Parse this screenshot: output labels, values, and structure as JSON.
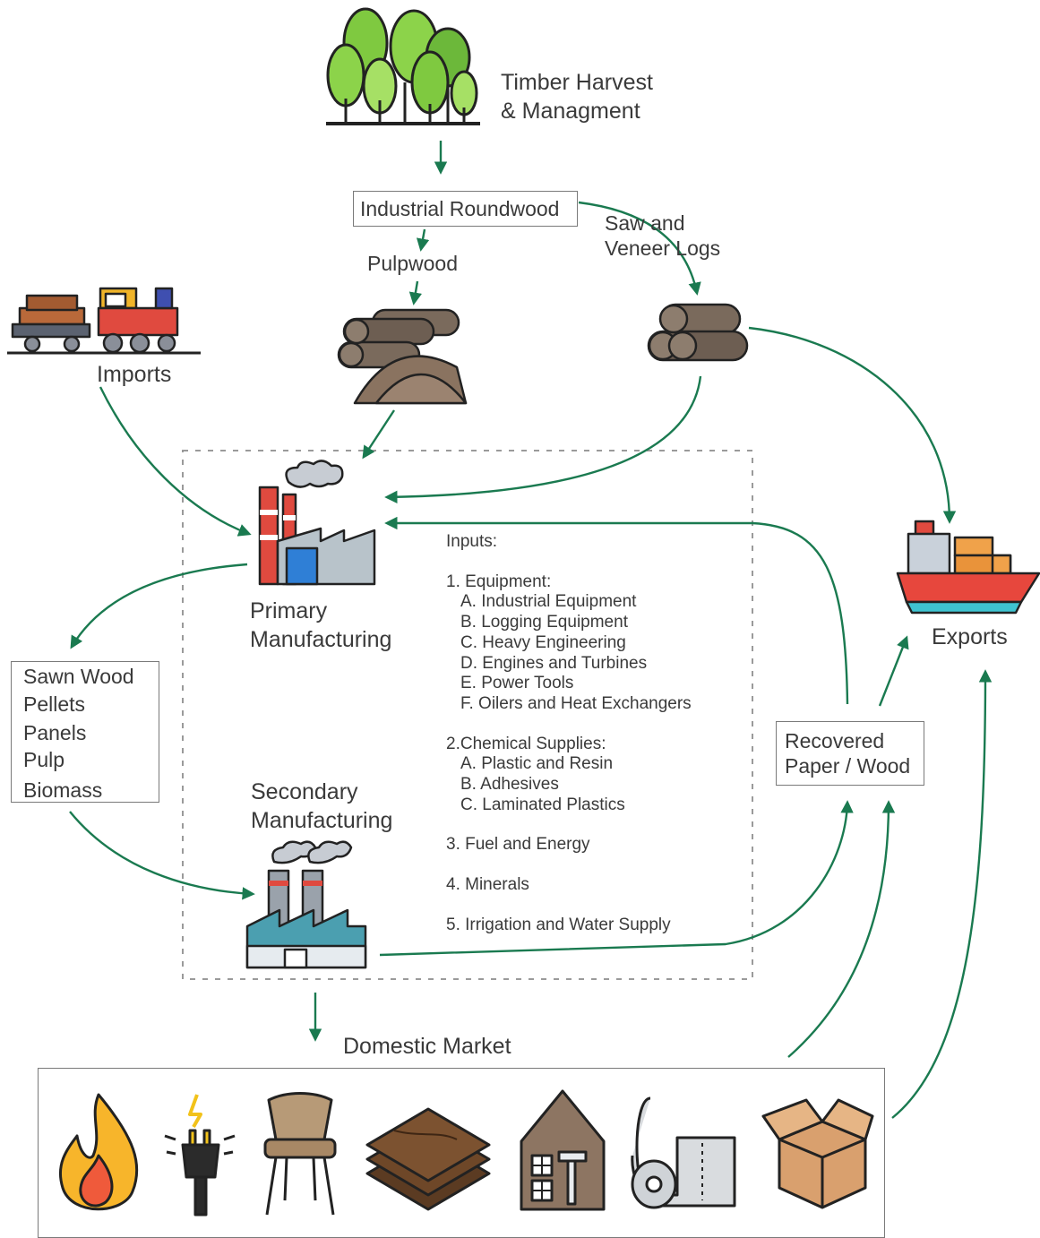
{
  "nodes": {
    "timber": {
      "line1": "Timber Harvest",
      "line2": "& Managment"
    },
    "roundwood": "Industrial Roundwood",
    "saw_logs": {
      "line1": "Saw and",
      "line2": "Veneer Logs"
    },
    "pulpwood": "Pulpwood",
    "imports": "Imports",
    "primary": {
      "line1": "Primary",
      "line2": "Manufacturing"
    },
    "secondary": {
      "line1": "Secondary",
      "line2": "Manufacturing"
    },
    "exports": "Exports",
    "recovered": {
      "line1": "Recovered",
      "line2": "Paper / Wood"
    },
    "domestic": "Domestic Market"
  },
  "products": [
    "Sawn Wood",
    "Pellets",
    "Panels",
    "Pulp",
    "Biomass"
  ],
  "inputs": {
    "title": "Inputs:",
    "equipment_header": "1. Equipment:",
    "equipment": [
      "A. Industrial Equipment",
      "B. Logging Equipment",
      "C. Heavy Engineering",
      "D. Engines and Turbines",
      "E. Power Tools",
      "F. Oilers and Heat Exchangers"
    ],
    "chemical_header": "2.Chemical Supplies:",
    "chemical": [
      "A. Plastic and Resin",
      "B. Adhesives",
      "C. Laminated Plastics"
    ],
    "fuel": "3. Fuel and Energy",
    "minerals": "4. Minerals",
    "water": "5. Irrigation and Water Supply"
  },
  "icons": {
    "forest": "forest-icon",
    "train": "train-icon",
    "pulp_pile": "pulpwood-pile-icon",
    "logs": "logs-icon",
    "primary_factory": "factory-icon",
    "secondary_factory": "factory-icon",
    "ship": "cargo-ship-icon",
    "market": [
      "fire-icon",
      "electric-plug-icon",
      "chair-icon",
      "wood-panels-icon",
      "house-icon",
      "paper-roll-icon",
      "cardboard-box-icon"
    ]
  },
  "colors": {
    "arrow": "#1a7a50",
    "box_border": "#7a7a7a",
    "dashed_border": "#9a9a9a",
    "tree_green": "#8cd34a",
    "wood_brown": "#7a6a5c",
    "factory_red": "#e04a3f",
    "ship_red": "#e7473d"
  }
}
